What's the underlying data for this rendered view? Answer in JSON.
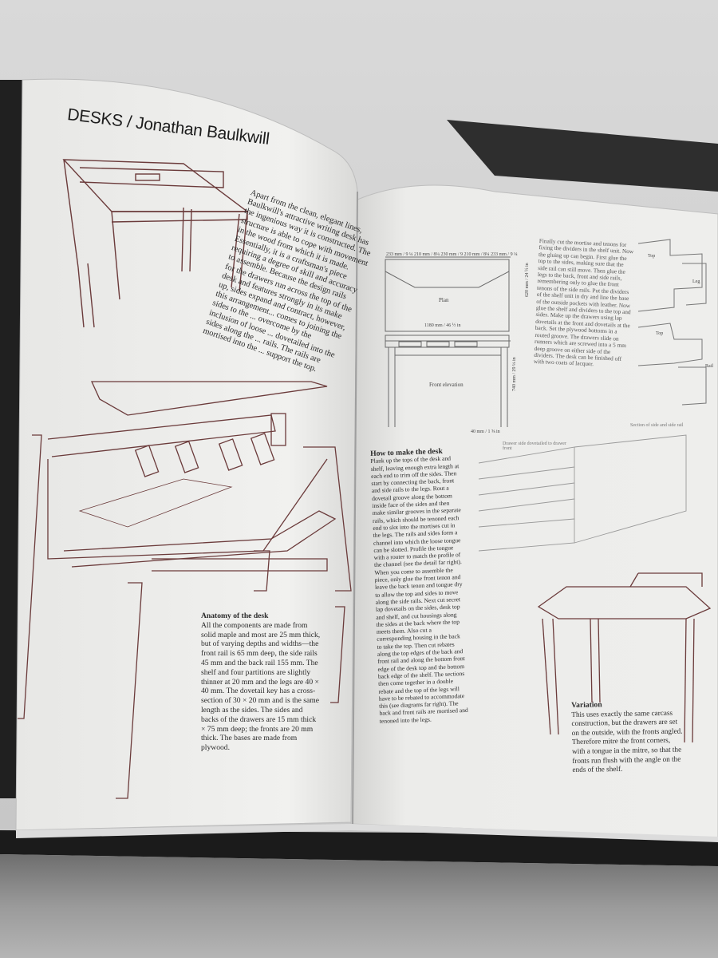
{
  "page": {
    "heading": "DESKS / Jonathan Baulkwill",
    "intro": "Apart from the clean, elegant lines, Baulkwill's attractive writing desk has the ingenious way it is constructed. The structure is able to cope with movement in the wood from which it is made. Essentially, it is a craftsman's piece requiring a degree of skill and accuracy to assemble. Because the design rails for the drawers run across the top of the desk and features strongly in its make up, sides expand and contract, however, this arrangement... comes to joining the sides to the ... overcome by the inclusion of loose ... dovetailed into the sides along the ... rails. The rails are mortised into the ... support the top.",
    "anatomy_title": "Anatomy of the desk",
    "anatomy_body": "All the components are made from solid maple and most are 25 mm thick, but of varying depths and widths—the front rail is 65 mm deep, the side rails 45 mm and the back rail 155 mm. The shelf and four partitions are slightly thinner at 20 mm and the legs are 40 × 40 mm. The dovetail key has a cross-section of 30 × 20 mm and is the same length as the sides. The sides and backs of the drawers are 15 mm thick × 75 mm deep; the fronts are 20 mm thick. The bases are made from plywood.",
    "howto_title": "How to make the desk",
    "howto_body": "Plank up the tops of the desk and shelf, leaving enough extra length at each end to trim off the sides. Then start by connecting the back, front and side rails to the legs. Rout a dovetail groove along the bottom inside face of the sides and then make similar grooves in the separate rails, which should be tenoned each end to slot into the mortises cut in the legs. The rails and sides form a channel into which the loose tongue can be slotted. Profile the tongue with a router to match the profile of the channel (see the detail far right). When you come to assemble the piece, only glue the front tenon and leave the back tenon and tongue dry to allow the top and sides to move along the side rails. Next cut secret lap dovetails on the sides, desk top and shelf, and cut housings along the sides at the back where the top meets them. Also cut a corresponding housing in the back to take the top. Then cut rebates along the top edges of the back and front rail and along the bottom front edge of the desk top and the bottom back edge of the shelf. The sections then come together in a double rebate and the top of the legs will have to be rebated to accommodate this (see diagrams far right). The back and front rails are mortised and tenoned into the legs.",
    "finally_body": "Finally cut the mortise and tenons for fixing the dividers in the shelf unit. Now the gluing up can begin. First glue the top to the sides, making sure that the side rail can still move. Then glue the legs to the back, front and side rails, remembering only to glue the front tenons of the side rails. Put the dividers of the shelf unit in dry and line the base of the outside pockets with leather. Now glue the shelf and dividers to the top and sides. Make up the drawers using lap dovetails at the front and dovetails at the back. Set the plywood bottoms in a routed groove. The drawers slide on runners which are screwed into a 5 mm deep groove on either side of the dividers. The desk can be finished off with two coats of lacquer.",
    "variation_title": "Variation",
    "variation_body": "This uses exactly the same carcass construction, but the drawers are set on the outside, with the fronts angled. Therefore mitre the front corners, with a tongue in the mitre, so that the fronts run flush with the angle on the ends of the shelf.",
    "plan_label": "Plan",
    "front_elevation_label": "Front elevation",
    "dim_width": "1180 mm / 46 ½ in",
    "dim_depth": "40 mm / 1 ⅝ in",
    "dim_height": "740 mm / 29 ⅛ in",
    "dim_plan_depth": "620 mm / 24 ½ in",
    "dims_top": [
      "233 mm / 9 ¼",
      "210 mm / 8¼",
      "230 mm / 9",
      "210 mm / 8¼",
      "233 mm / 9 ¼"
    ],
    "drawer_side_label": "Drawer side dovetailed to drawer front",
    "section_label": "Section of side and side rail",
    "detail_labels": [
      "Top",
      "Leg",
      "Top",
      "Rail"
    ]
  }
}
